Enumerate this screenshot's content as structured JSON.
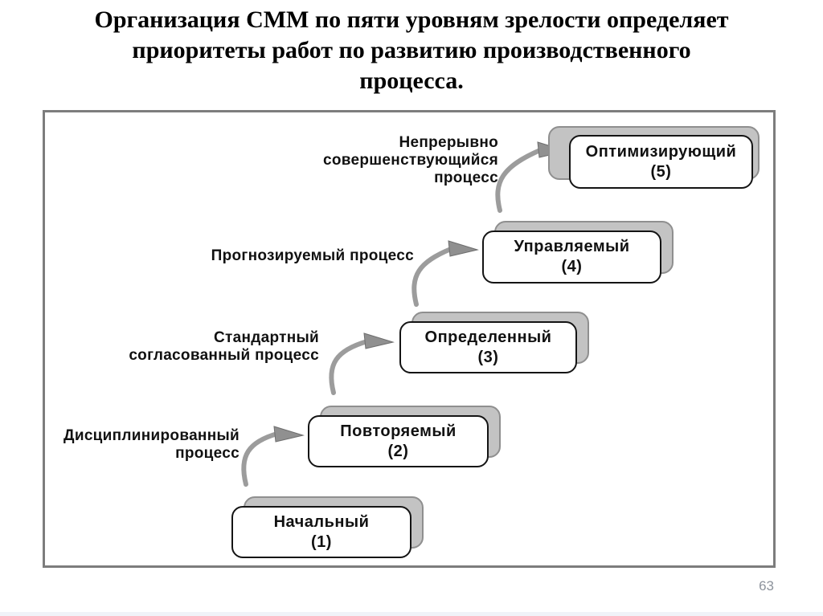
{
  "title": {
    "lines": [
      "Организация CMM по пяти уровням зрелости определяет",
      "приоритеты работ по развитию производственного",
      "процесса."
    ]
  },
  "diagram": {
    "levels": [
      {
        "name": "Начальный",
        "number": "(1)"
      },
      {
        "name": "Повторяемый",
        "number": "(2)"
      },
      {
        "name": "Определенный",
        "number": "(3)"
      },
      {
        "name": "Управляемый",
        "number": "(4)"
      },
      {
        "name": "Оптимизирующий",
        "number": "(5)"
      }
    ],
    "process_labels": [
      {
        "lines": [
          "Дисциплинированный",
          "процесс"
        ]
      },
      {
        "lines": [
          "Стандартный",
          "согласованный процесс"
        ]
      },
      {
        "lines": [
          "Прогнозируемый процесс"
        ]
      },
      {
        "lines": [
          "Непрерывно",
          "совершенствующийся",
          "процесс"
        ]
      }
    ],
    "colors": {
      "frame_border": "#7d7d7d",
      "card_face": "#ffffff",
      "card_shadow": "#c3c3c3",
      "arrow": "#9c9c9c",
      "text": "#111111"
    }
  },
  "footer": {
    "page_number": "63"
  }
}
